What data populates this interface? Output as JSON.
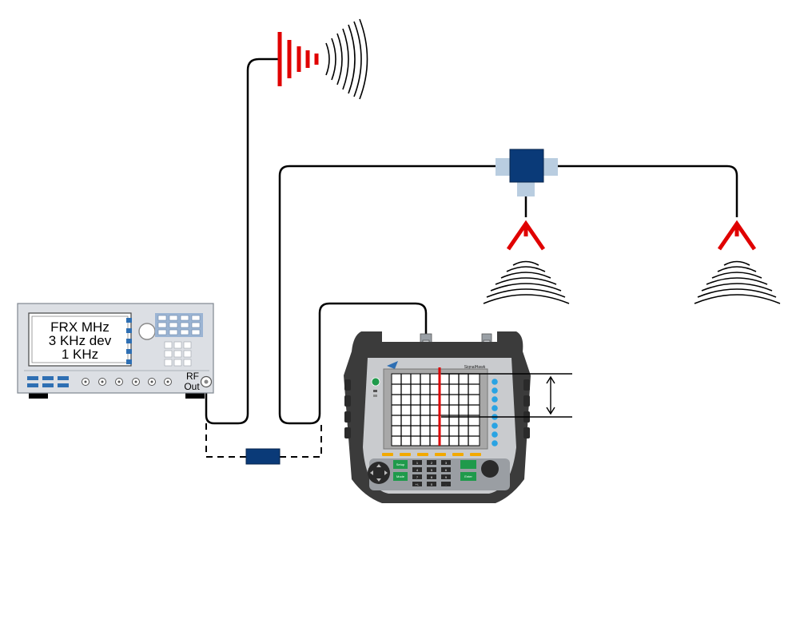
{
  "signal_generator": {
    "display_lines": [
      "FRX MHz",
      "3 KHz dev",
      "1 KHz"
    ],
    "rf_label": "RF",
    "out_label": "Out"
  },
  "analyzer": {
    "brand_label": "SignalHawk",
    "key_labels": {
      "setup": "Setup",
      "mode": "Mode",
      "enter": "Enter"
    },
    "keypad": [
      "1",
      "2",
      "3",
      "4",
      "5",
      "6",
      "7",
      "8",
      "9",
      "+/-",
      "0",
      "."
    ]
  },
  "colors": {
    "cable": "#000000",
    "antenna": "#e00000",
    "accent_blue": "#0a3a78",
    "connector_light": "#b9cde0",
    "panel_gray": "#dcdfe4",
    "screen_gray": "#a8a8a8",
    "analyzer_body": "#3b3b3b",
    "button_green": "#1f9a4b",
    "button_cyan": "#29a3e3",
    "softkey_yellow": "#f2a900"
  }
}
